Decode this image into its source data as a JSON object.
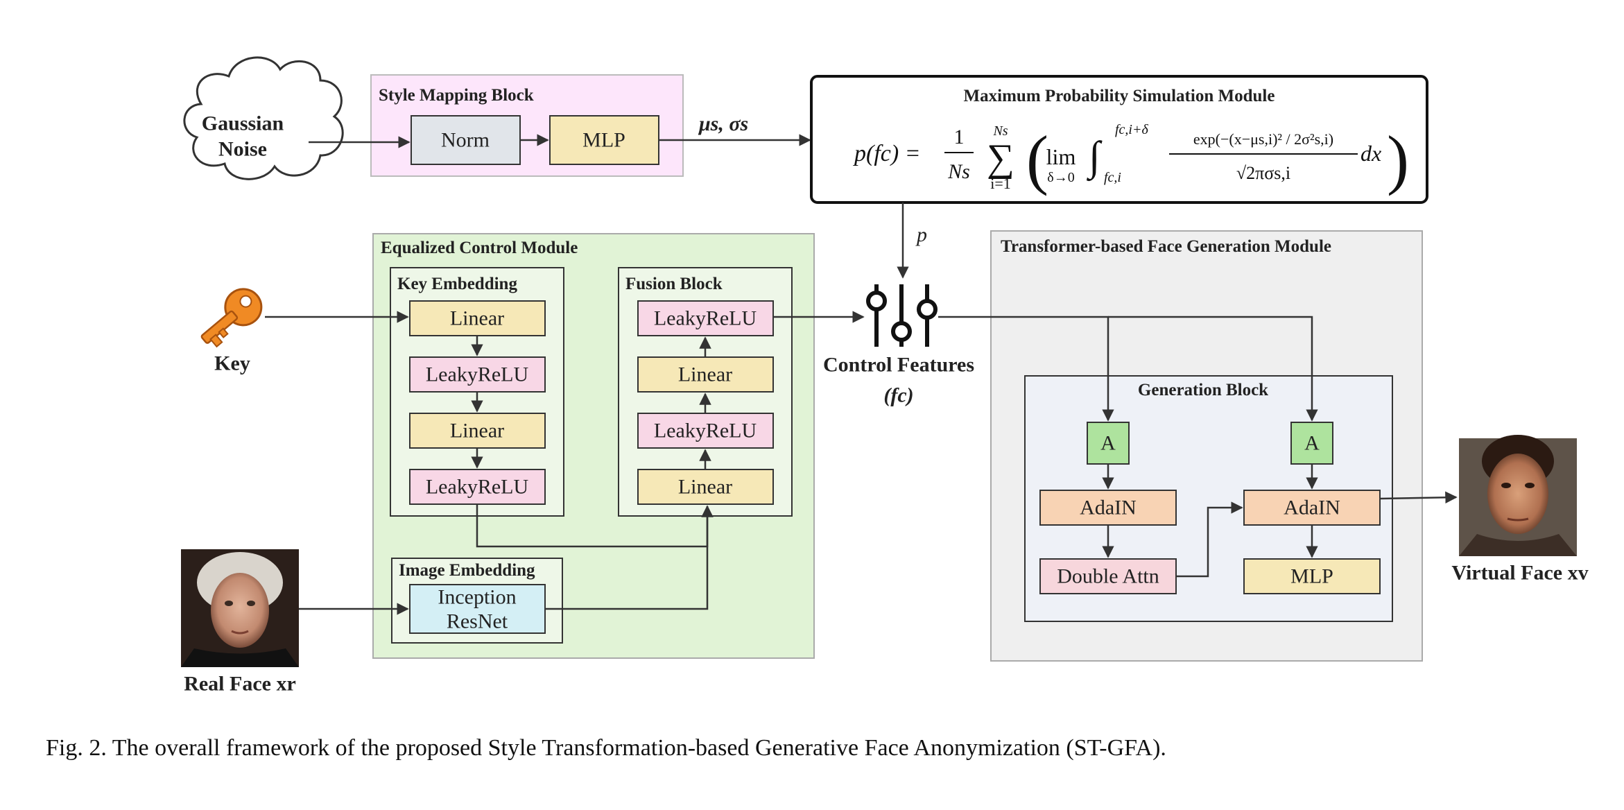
{
  "gaussian": {
    "line1": "Gaussian",
    "line2": "Noise"
  },
  "style_mapping": {
    "title": "Style Mapping Block",
    "norm": "Norm",
    "mlp": "MLP"
  },
  "mu_sigma": "μs, σs",
  "mpsm": {
    "title": "Maximum Probability Simulation Module",
    "formula": {
      "lhs": "p(fc) = ",
      "frac_num": "1",
      "frac_den": "Ns",
      "sum_top": "Ns",
      "sum_bottom": "i=1",
      "lim": "lim",
      "lim_sub": "δ→0",
      "int_upper": "fc,i+δ",
      "int_lower": "fc,i",
      "exp_num": "exp(−(x−μs,i)² / 2σ²s,i)",
      "exp_den": "√2πσs,i",
      "dx": "dx"
    }
  },
  "p_label": "p",
  "ecm": {
    "title": "Equalized Control Module",
    "key_embedding": {
      "title": "Key Embedding",
      "layers": [
        "Linear",
        "LeakyReLU",
        "Linear",
        "LeakyReLU"
      ]
    },
    "fusion_block": {
      "title": "Fusion Block",
      "layers": [
        "LeakyReLU",
        "Linear",
        "LeakyReLU",
        "Linear"
      ]
    },
    "image_embedding": {
      "title": "Image Embedding",
      "line1": "Inception",
      "line2": "ResNet"
    }
  },
  "key_label": "Key",
  "control_features": {
    "line1": "Control Features",
    "line2": "(fc)"
  },
  "tfgm": {
    "title": "Transformer-based Face Generation Module",
    "generation_block": {
      "title": "Generation Block",
      "a_left": "A",
      "a_right": "A",
      "adain_left": "AdaIN",
      "adain_right": "AdaIN",
      "double_attn": "Double Attn",
      "mlp": "MLP"
    }
  },
  "real_face": "Real Face xr",
  "virtual_face": "Virtual Face xv",
  "caption": "Fig. 2.  The overall framework of the proposed Style Transformation-based Generative Face Anonymization (ST-GFA).",
  "colors": {
    "style_mapping_bg": "#fde6fb",
    "ecm_bg": "#e1f3d6",
    "inner_bg": "#eef7e8",
    "tfgm_bg": "#efefef",
    "gen_bg": "#eef1f7",
    "norm": "#e1e5ea",
    "linear": "#f6e8b7",
    "leaky": "#f8d7e6",
    "inception": "#d4eff5",
    "adain": "#f8d3b4",
    "double_attn": "#f7d6dc",
    "a_box": "#aee39e",
    "key_orange": "#f08a24"
  },
  "icons": [
    "cloud-icon",
    "key-icon",
    "slider-control-icon",
    "real-face-photo",
    "virtual-face-photo"
  ]
}
